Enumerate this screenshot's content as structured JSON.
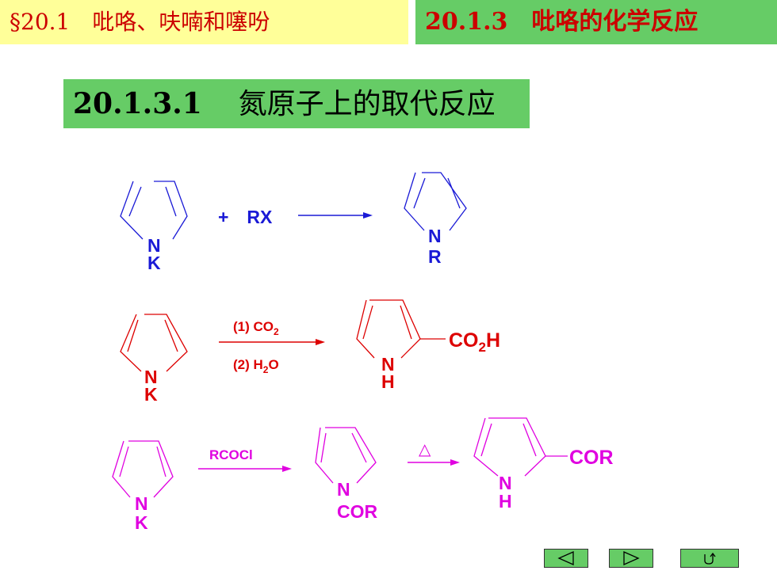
{
  "header": {
    "section": "§20.1　吡咯、呋喃和噻吩",
    "subsection": "20.1.3　吡咯的化学反应"
  },
  "topic": {
    "number": "20.1.3.1",
    "title": "氮原子上的取代反应"
  },
  "colors": {
    "blue": "#1a1ad6",
    "red": "#dd0000",
    "magenta": "#e000e0",
    "green": "#66cc66",
    "yellow": "#ffff99"
  },
  "reactions": [
    {
      "reactant_n": "N",
      "reactant_sub": "K",
      "reagent": "+　RX",
      "product_n": "N",
      "product_sub": "R"
    },
    {
      "reactant_n": "N",
      "reactant_sub": "K",
      "reagent_top_main": "(1) CO",
      "reagent_top_sub": "2",
      "reagent_bottom_main": "(2) H",
      "reagent_bottom_sub": "2",
      "reagent_bottom_tail": "O",
      "product_n": "N",
      "product_h": "H",
      "product_group_main": "CO",
      "product_group_sub": "2",
      "product_group_tail": "H"
    },
    {
      "reactant_n": "N",
      "reactant_sub": "K",
      "reagent": "RCOCl",
      "intermediate_n": "N",
      "intermediate_sub": "COR",
      "heat_symbol": "△",
      "product_n": "N",
      "product_h": "H",
      "product_group": "COR"
    }
  ],
  "nav": {
    "prev_icon": "triangle-left-icon",
    "next_icon": "triangle-right-icon",
    "return_icon": "return-arrow-icon"
  }
}
